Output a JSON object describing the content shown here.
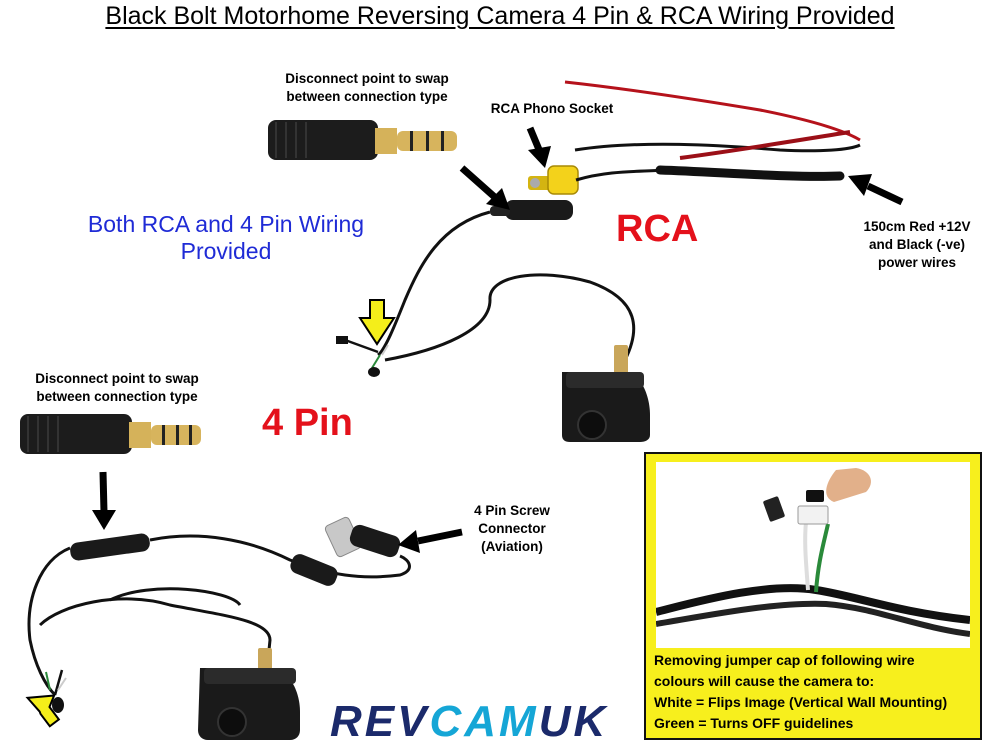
{
  "title": "Black Bolt Motorhome Reversing Camera 4 Pin & RCA Wiring Provided",
  "labels": {
    "disconnect_top_line1": "Disconnect point to swap",
    "disconnect_top_line2": "between connection type",
    "rca_socket": "RCA Phono Socket",
    "power_line1": "150cm Red +12V",
    "power_line2": "and Black (-ve)",
    "power_line3": "power wires",
    "both_line1": "Both RCA and 4 Pin Wiring",
    "both_line2": "Provided",
    "rca_big": "RCA",
    "four_pin_big": "4 Pin",
    "disconnect_left_line1": "Disconnect point to swap",
    "disconnect_left_line2": "between connection type",
    "screw_line1": "4 Pin Screw",
    "screw_line2": "Connector",
    "screw_line3": "(Aviation)"
  },
  "inset": {
    "line1": "Removing jumper cap of following wire",
    "line2": "colours will cause the camera to:",
    "line3": "White = Flips Image (Vertical Wall Mounting)",
    "line4": "Green = Turns OFF guidelines"
  },
  "logo": {
    "part1": "REV",
    "part2": "CAM",
    "part3": "UK"
  },
  "colors": {
    "title_text": "#000000",
    "accent_red": "#e4111b",
    "accent_blue": "#1f2bd6",
    "inset_yellow": "#f7ef1d",
    "pointer_yellow": "#f4ee1a",
    "logo_dark": "#1b2a6b",
    "logo_light": "#15a6d6"
  }
}
